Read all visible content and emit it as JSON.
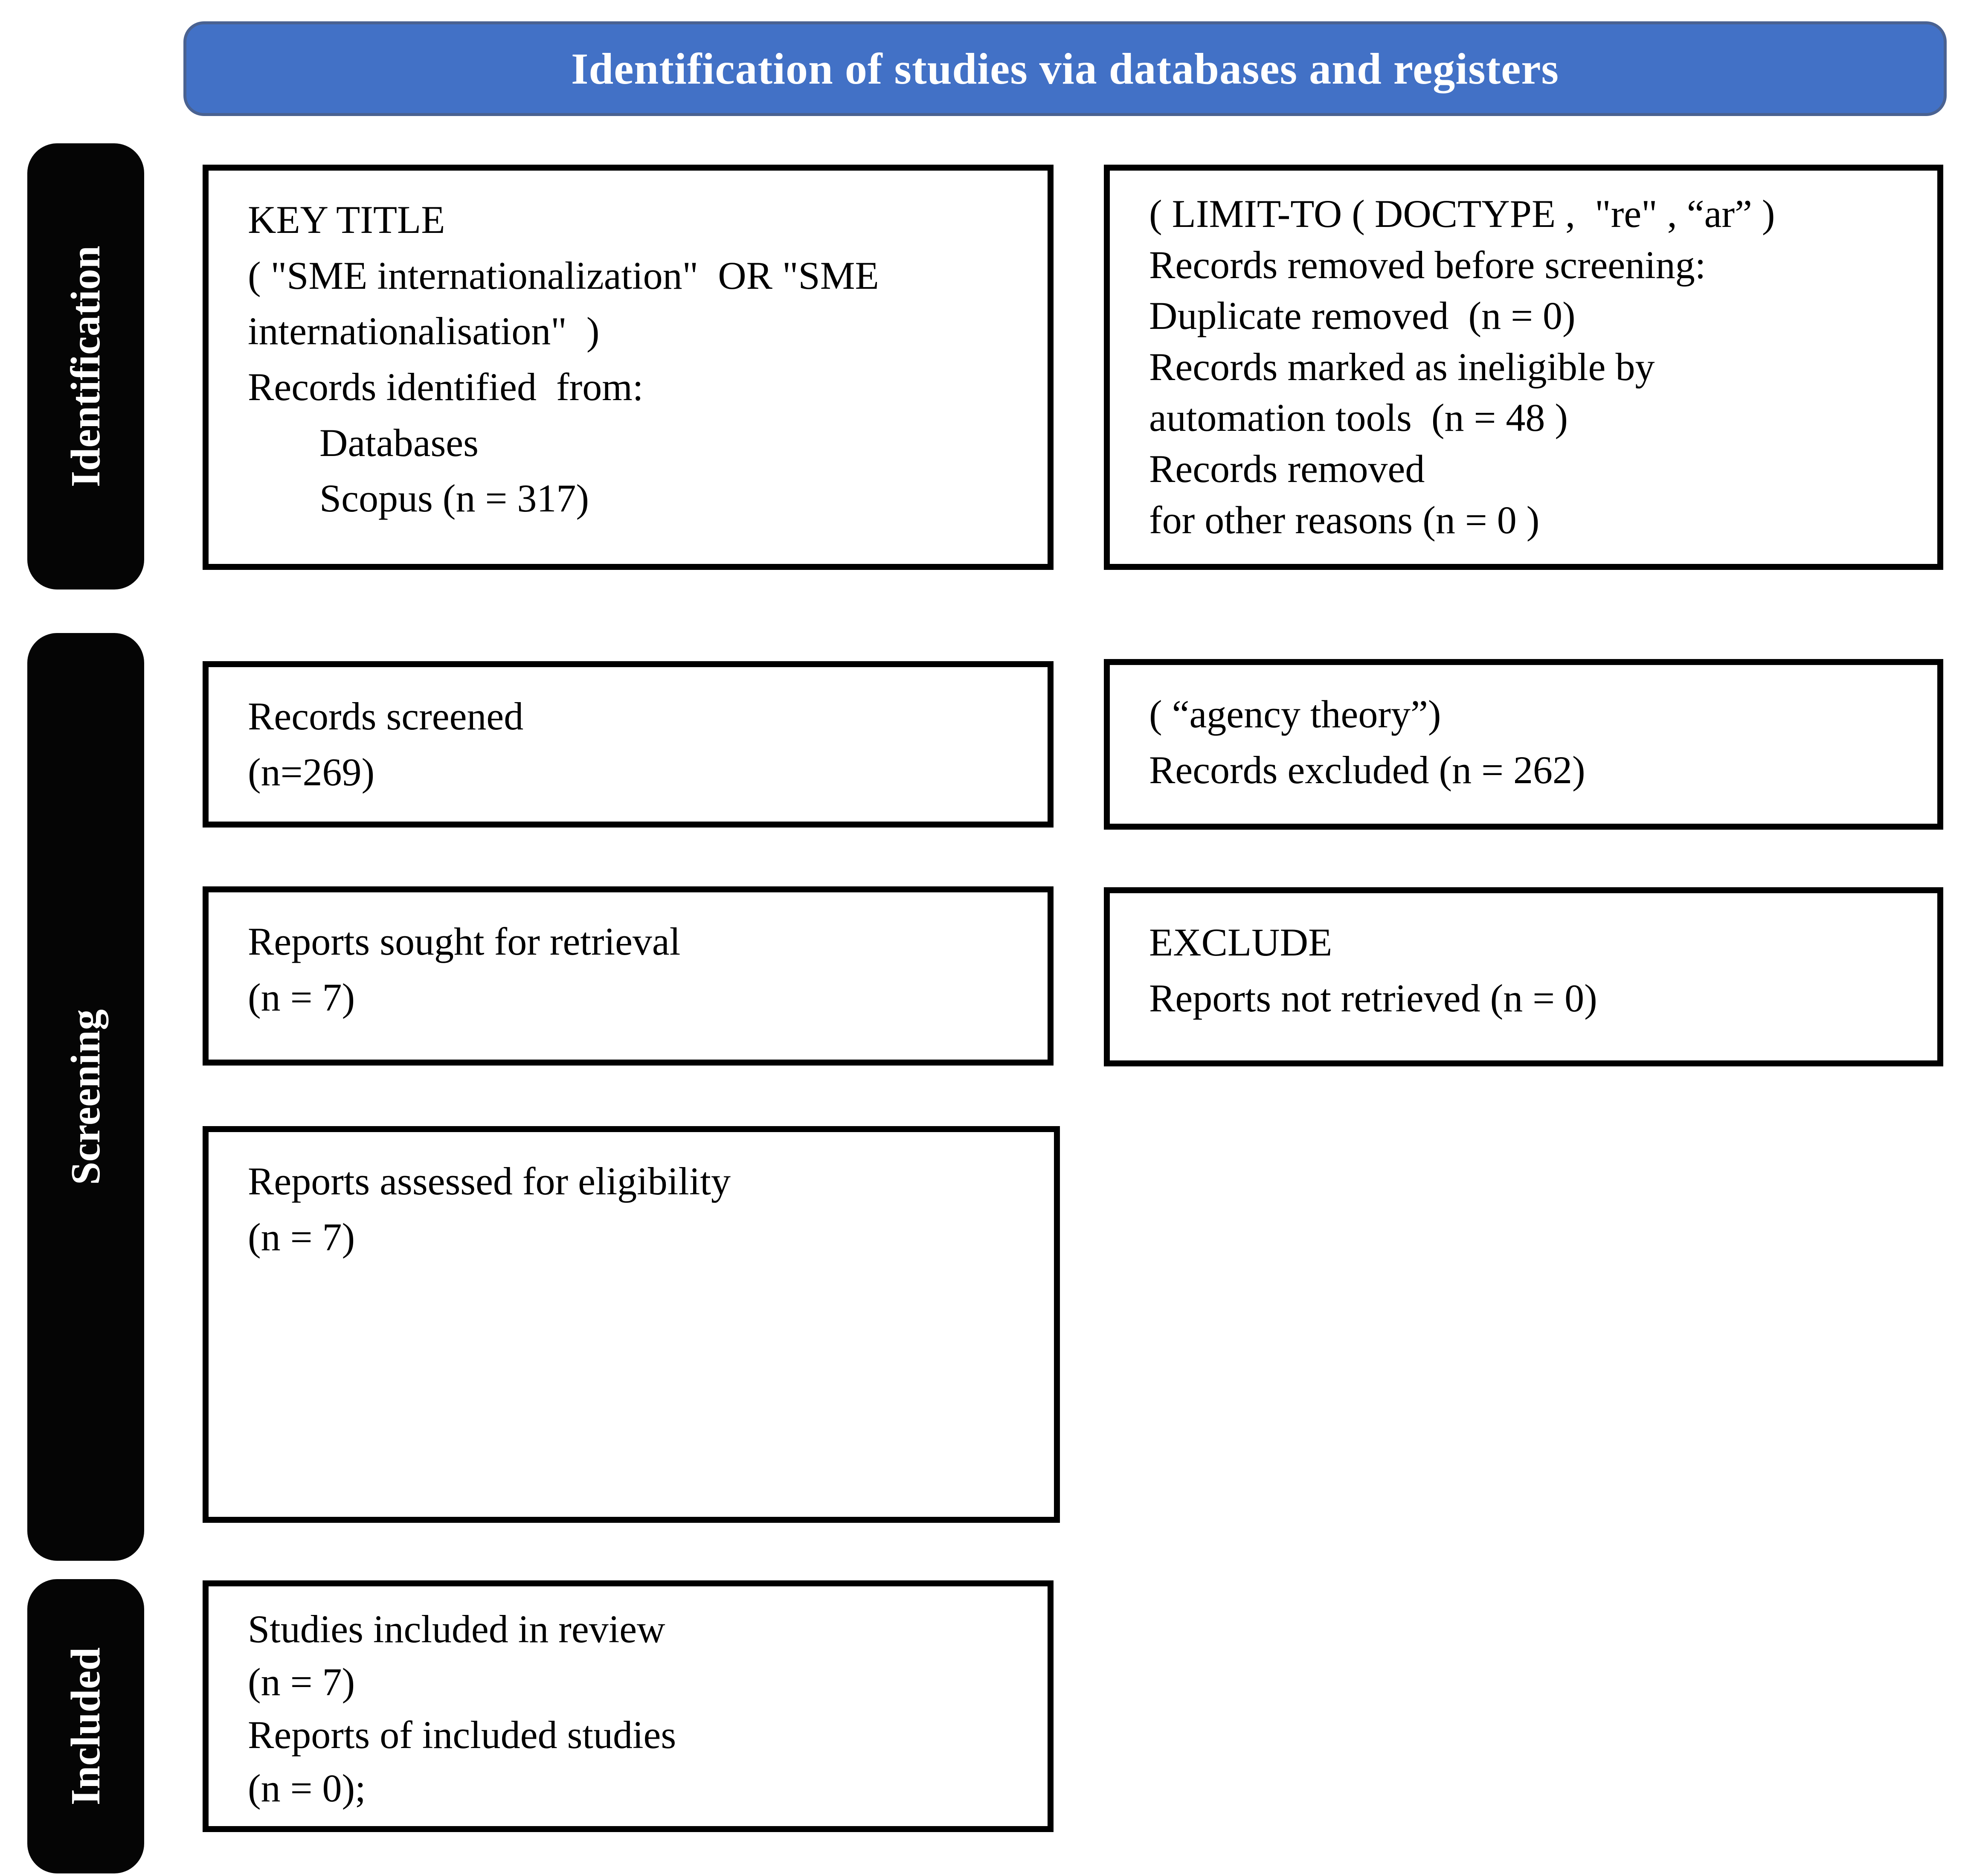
{
  "header": {
    "title": "Identification of studies via databases and registers"
  },
  "stages": [
    {
      "label": "Identification"
    },
    {
      "label": "Screening"
    },
    {
      "label": "Included"
    }
  ],
  "boxes": {
    "identified": {
      "lines": [
        "KEY TITLE",
        "( \"SME internationalization\"  OR \"SME",
        "internationalisation\"  )",
        "Records identified  from:",
        {
          "t": "Databases",
          "indent": true
        },
        {
          "t": "Scopus (n = 317)",
          "indent": true
        }
      ]
    },
    "removed_before_screening": {
      "lines": [
        "( LIMIT-TO ( DOCTYPE ,  \"re\" , “ar” )",
        "Records removed before screening:",
        "Duplicate removed  (n = 0)",
        "Records marked as ineligible by",
        "automation tools  (n = 48 )",
        "Records removed",
        "for other reasons (n = 0 )"
      ]
    },
    "records_screened": {
      "lines": [
        "Records screened",
        "(n=269)"
      ]
    },
    "records_excluded": {
      "lines": [
        "( “agency theory”)",
        "Records excluded (n = 262)"
      ]
    },
    "reports_sought": {
      "lines": [
        "Reports sought for retrieval",
        "(n = 7)"
      ]
    },
    "reports_not_retrieved": {
      "lines": [
        "EXCLUDE",
        "Reports not retrieved (n = 0)"
      ]
    },
    "reports_assessed": {
      "lines": [
        "Reports assessed for eligibility",
        "(n = 7)"
      ]
    },
    "included_in_review": {
      "lines": [
        "Studies included in review",
        "(n = 7)",
        "Reports of included studies",
        "(n = 0);"
      ]
    }
  },
  "colors": {
    "header_bg": "#4271c6",
    "header_border": "#4a6291",
    "header_text": "#ffffff",
    "stage_bg": "#050505",
    "stage_text": "#ffffff",
    "box_border": "#000000",
    "box_text": "#000000",
    "background": "#ffffff"
  }
}
